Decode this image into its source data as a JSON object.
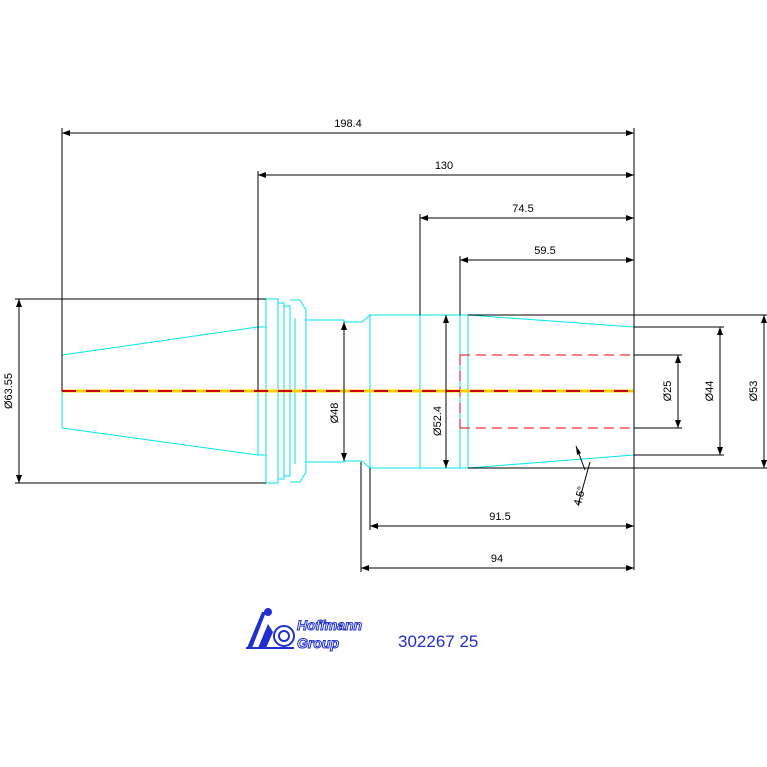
{
  "colors": {
    "part_outline": "#00e5ee",
    "dimension": "#000000",
    "hidden_line": "#ee0000",
    "centerline": "#ffcc00",
    "brand_blue": "#1f2fd0"
  },
  "dimensions": {
    "overall_length": "198.4",
    "length_130": "130",
    "length_74_5": "74.5",
    "length_59_5": "59.5",
    "length_91_5": "91.5",
    "length_94": "94",
    "dia_taper": "Ø63.55",
    "dia_48": "Ø48",
    "dia_52_4": "Ø52.4",
    "dia_25": "Ø25",
    "dia_44": "Ø44",
    "dia_53": "Ø53",
    "angle": "4.5°"
  },
  "brand": {
    "name_line1": "Hoffmann",
    "name_line2": "Group",
    "logo_icon": "hoffmann-logo-icon"
  },
  "part_number": "302267 25"
}
